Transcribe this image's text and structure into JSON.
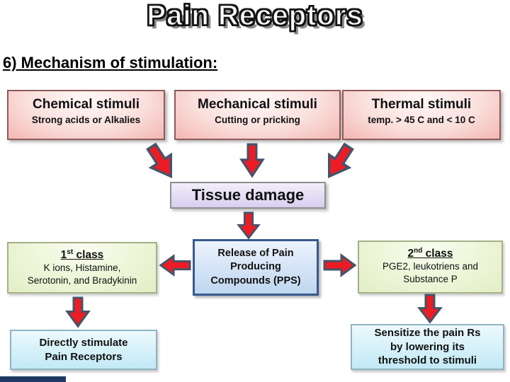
{
  "slide": {
    "title": "Pain Receptors",
    "heading": "6) Mechanism of stimulation:"
  },
  "top_boxes": [
    {
      "title": "Chemical stimuli",
      "subtitle": "Strong acids or Alkalies"
    },
    {
      "title": "Mechanical stimuli",
      "subtitle": "Cutting or pricking"
    },
    {
      "title": "Thermal stimuli",
      "subtitle": "temp. > 45 C and < 10 C"
    }
  ],
  "tissue_damage": {
    "label": "Tissue damage"
  },
  "release_box": {
    "lines": [
      "Release of Pain",
      "Producing",
      "Compounds (PPS)"
    ]
  },
  "first_class": {
    "num": "1",
    "sup": "st",
    "rest": "class",
    "lines": [
      "K ions, Histamine,",
      "Serotonin, and Bradykinin"
    ]
  },
  "second_class": {
    "num": "2",
    "sup": "nd",
    "rest": "class",
    "lines": [
      "PGE2, leukotriens and",
      "Substance P"
    ]
  },
  "bottom_left": {
    "lines": [
      "Directly stimulate",
      "Pain Receptors"
    ]
  },
  "bottom_right": {
    "lines": [
      "Sensitize the pain Rs",
      "by lowering its",
      "threshold to stimuli"
    ]
  },
  "colors": {
    "arrow_fill": "#ed1c24",
    "arrow_stroke": "#44546a",
    "pink_box": "#f3b6b2",
    "pink_border": "#8e5a5a",
    "lavender_box": "#d8cfef",
    "green_box": "#e2eec6",
    "blue_box": "#bed6f0",
    "blue_border": "#38598c",
    "cyan_box": "#c2e9f6",
    "navy_bar": "#1f3864"
  }
}
